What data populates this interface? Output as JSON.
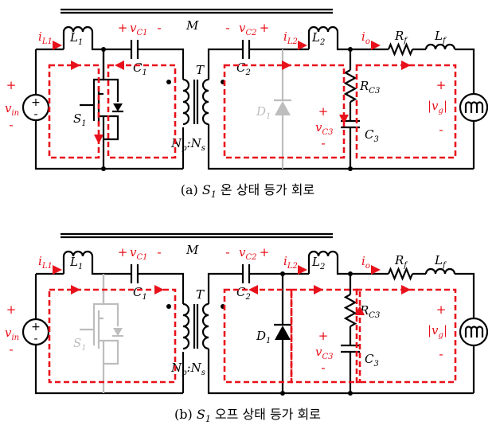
{
  "panels": [
    {
      "id": "a",
      "caption": "(a) S₁ 온 상태 등가 회로",
      "caption_prefix": "(a) ",
      "caption_switch": "S",
      "caption_switch_sub": "1",
      "caption_text": " 온 상태 등가 회로",
      "switch_state": "on",
      "diode_state": "off"
    },
    {
      "id": "b",
      "caption": "(b) S₁ 오프 상태 등가 회로",
      "caption_prefix": "(b) ",
      "caption_switch": "S",
      "caption_switch_sub": "1",
      "caption_text": " 오프 상태 등가 회로",
      "switch_state": "off",
      "diode_state": "on"
    }
  ],
  "labels": {
    "M": "M",
    "T": "T",
    "L1": "L",
    "L1_sub": "1",
    "L2": "L",
    "L2_sub": "2",
    "C1": "C",
    "C1_sub": "1",
    "C2": "C",
    "C2_sub": "2",
    "C3": "C",
    "C3_sub": "3",
    "RC3": "R",
    "RC3_sub": "C3",
    "Rf": "R",
    "Rf_sub": "f",
    "Lf": "L",
    "Lf_sub": "f",
    "S1": "S",
    "S1_sub": "1",
    "D1": "D",
    "D1_sub": "1",
    "ratio": "N",
    "ratio_p": "p",
    "ratio_mid": ":N",
    "ratio_s": "s",
    "iL1": "i",
    "iL1_sub": "L1",
    "iL2": "i",
    "iL2_sub": "L2",
    "io": "i",
    "io_sub": "o",
    "vC1": "v",
    "vC1_sub": "C1",
    "vC2": "v",
    "vC2_sub": "C2",
    "vC3": "v",
    "vC3_sub": "C3",
    "vin": "v",
    "vin_sub": "in",
    "vg": "|v",
    "vg_sub": "g",
    "vg_end": "|",
    "plus": "+",
    "minus": "-"
  },
  "colors": {
    "current_loop": "#e8111b",
    "inactive_device": "#bdbdbd",
    "wire": "#000000"
  }
}
